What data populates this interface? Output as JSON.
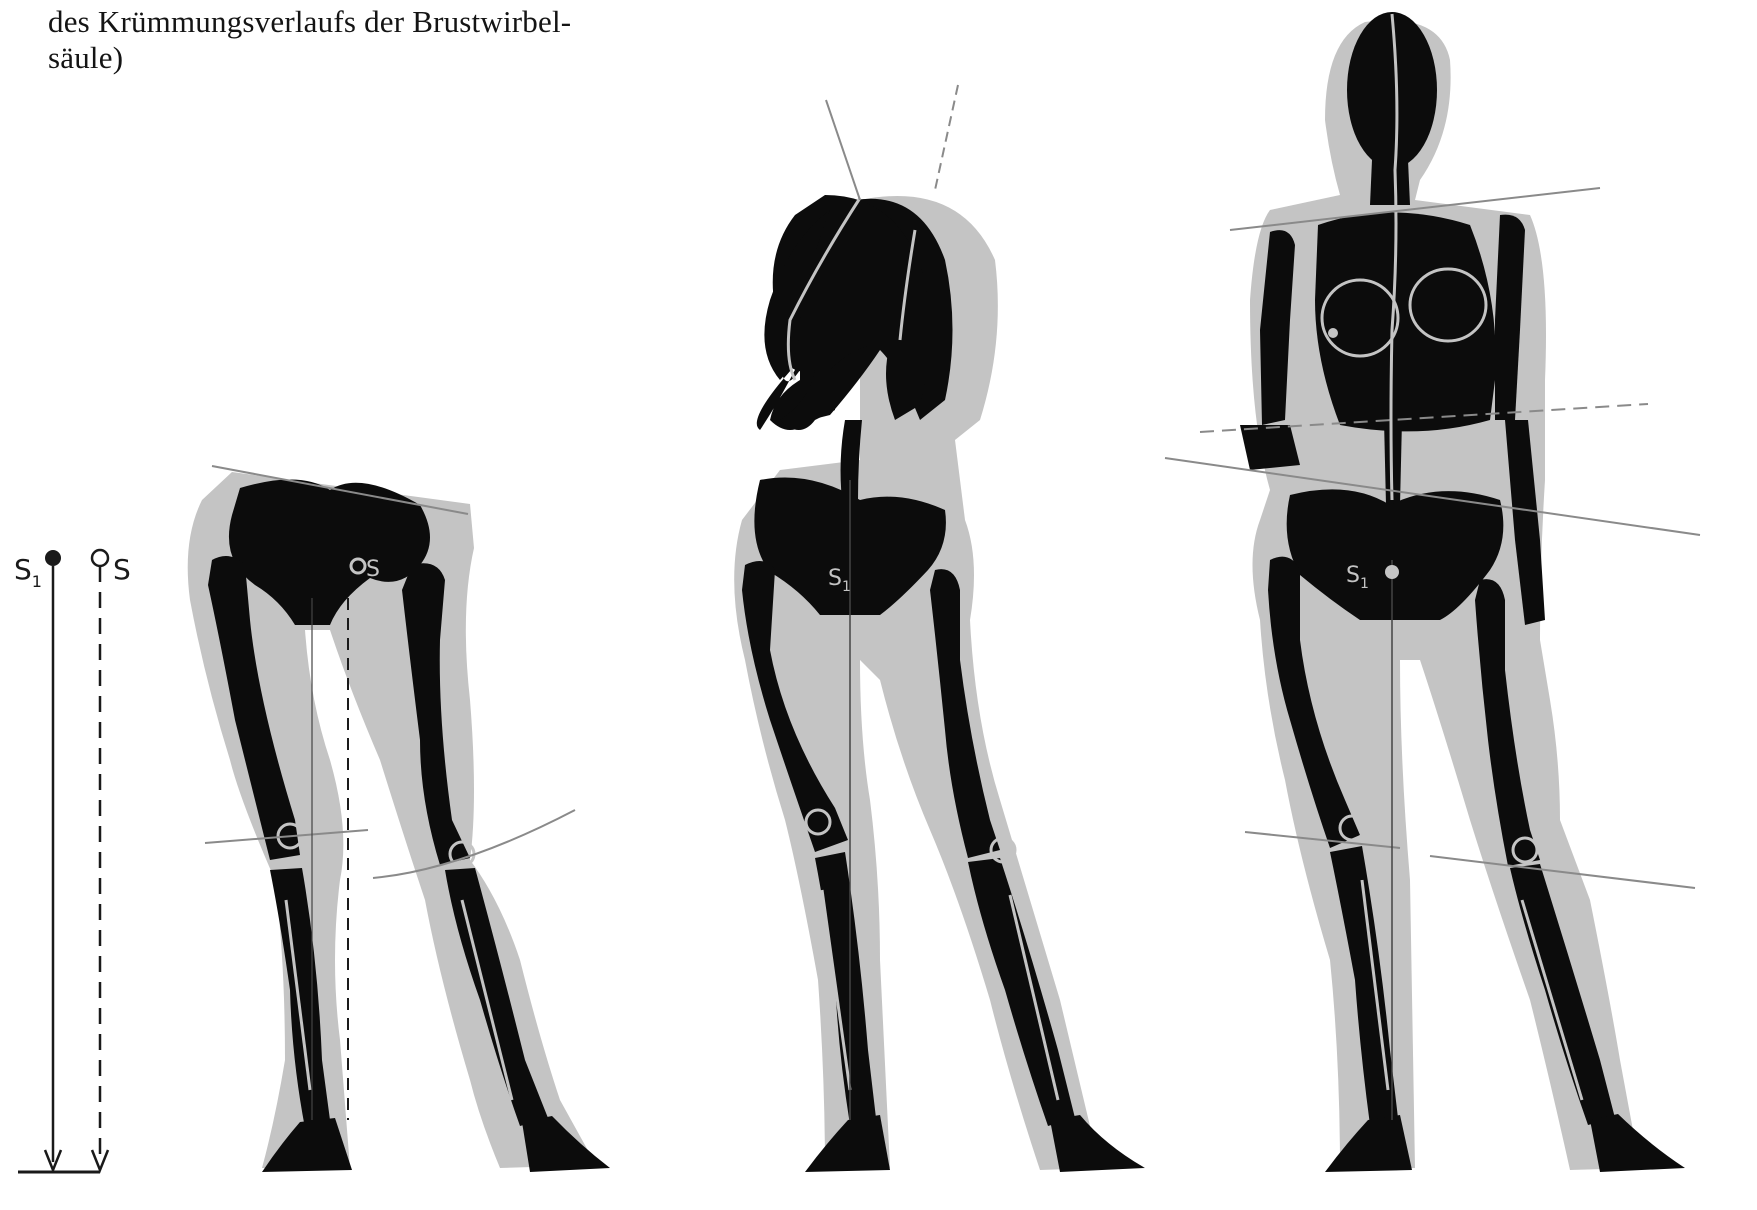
{
  "caption": {
    "line1": "des Krümmungsverlaufs der Brustwirbel-",
    "line2": "säule)"
  },
  "figure": {
    "plumb_labels": {
      "s1_main": "S",
      "s1_sub": "1",
      "s": "S"
    },
    "pelvis_labels": {
      "stage1": "S",
      "stage2_main": "S",
      "stage2_sub": "1",
      "stage3_main": "S",
      "stage3_sub": "1"
    }
  },
  "colors": {
    "bone": "#0c0c0c",
    "soft_tissue": "#c4c4c4",
    "axis_line": "#8a8a8a",
    "plumb_line": "#1a1a1a"
  }
}
